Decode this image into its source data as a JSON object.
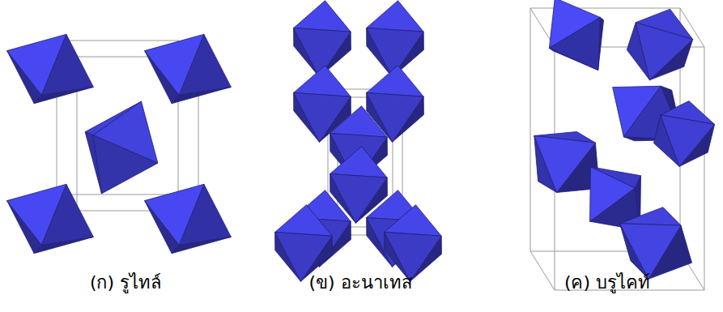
{
  "diagram": {
    "labels": [
      "(ก) รูไทล์",
      "(ข) อะนาเทส",
      "(ค) บรูไคท์"
    ]
  }
}
